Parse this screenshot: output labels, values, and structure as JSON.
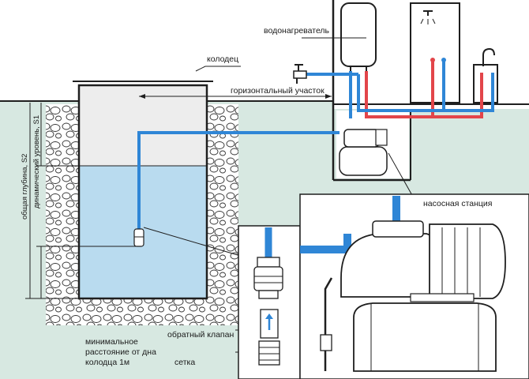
{
  "colors": {
    "ground": "#d7e8e1",
    "water": "#b9dbef",
    "air_in_well": "#ededed",
    "pipe_blue": "#2f86d6",
    "pipe_red": "#e2454a",
    "outline": "#1f1f1f"
  },
  "labels": {
    "well": "колодец",
    "water_heater": "водонагреватель",
    "horizontal_section": "горизонтальный участок",
    "pump_station": "насосная станция",
    "check_valve": "обратный клапан",
    "strainer": "сетка",
    "min_distance": [
      "минимальное",
      "расстояние от дна",
      "колодца 1м"
    ],
    "dynamic_level": "динамический уровень, S1",
    "total_depth": "общая глубина, S2"
  },
  "icons": [
    "faucet-icon",
    "shower-icon",
    "check-arrow-icon"
  ]
}
